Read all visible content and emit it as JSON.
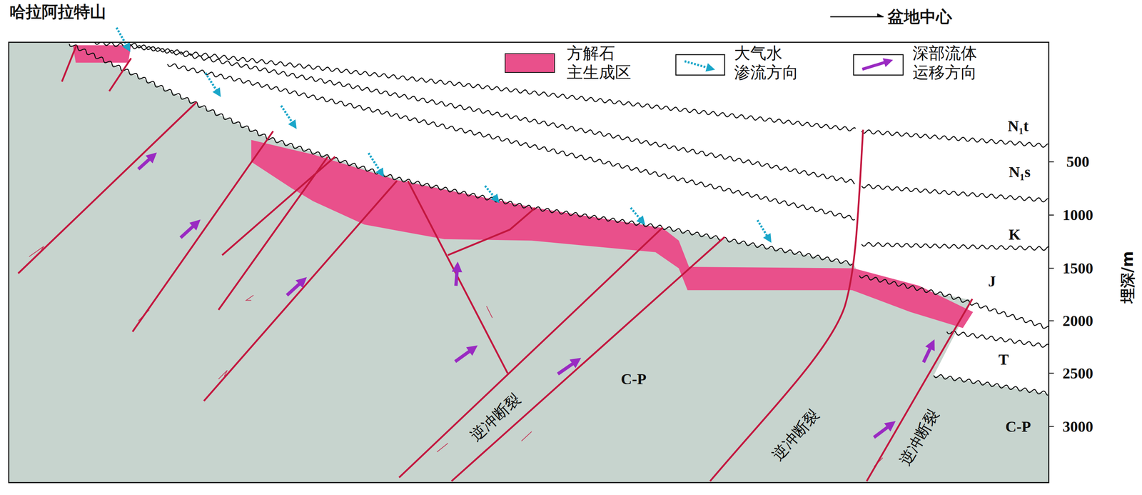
{
  "diagram": {
    "labels": [
      "哈拉阿拉特山",
      "盆地中心",
      "N₁t",
      "N₁s",
      "K",
      "J",
      "T",
      "C-P",
      "C-P",
      "500",
      "1000",
      "1500",
      "2000",
      "2500",
      "3000",
      "埋深/m",
      "逆冲断裂",
      "逆冲断裂",
      "逆冲断裂"
    ],
    "legend": [
      {
        "text": "方解石 主生成区",
        "color": "#e9508b"
      },
      {
        "text": "大气水 渗流方向"
      },
      {
        "text": "深部流体 运移方向"
      }
    ]
  }
}
